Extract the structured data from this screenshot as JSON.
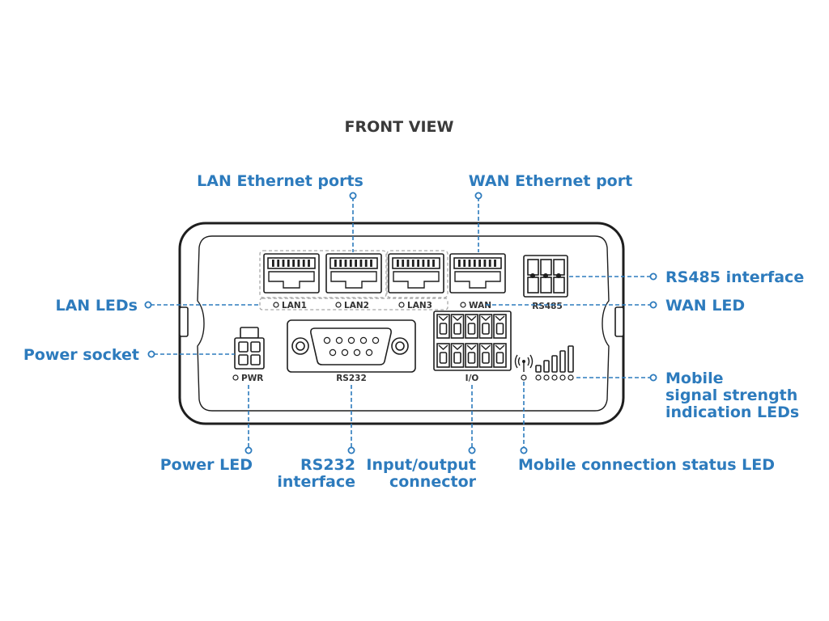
{
  "title": "FRONT VIEW",
  "port_labels": {
    "lan1": "LAN1",
    "lan2": "LAN2",
    "lan3": "LAN3",
    "wan": "WAN",
    "rs485": "RS485",
    "pwr": "PWR",
    "rs232": "RS232",
    "io": "I/O"
  },
  "callouts": {
    "lan_ethernet_ports": "LAN Ethernet ports",
    "wan_ethernet_port": "WAN Ethernet port",
    "rs485_interface": "RS485 interface",
    "wan_led": "WAN LED",
    "lan_leds": "LAN LEDs",
    "power_socket": "Power socket",
    "mobile_signal_line1": "Mobile",
    "mobile_signal_line2": "signal strength",
    "mobile_signal_line3": "indication LEDs",
    "power_led": "Power LED",
    "rs232_line1": "RS232",
    "rs232_line2": "interface",
    "io_line1": "Input/output",
    "io_line2": "connector",
    "mobile_status_led": "Mobile connection status LED"
  },
  "colors": {
    "callout": "#2d7bbd",
    "outline": "#1e1e1e",
    "title": "#3a3a3a"
  }
}
